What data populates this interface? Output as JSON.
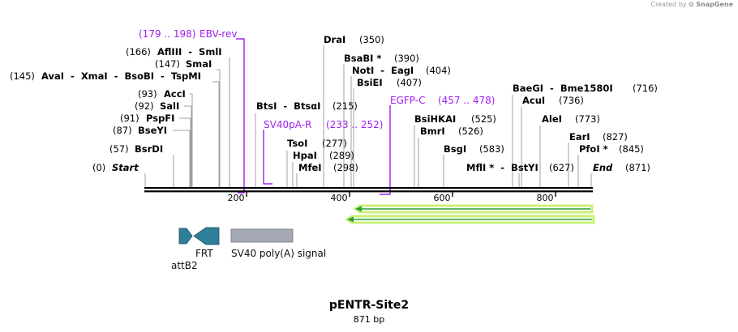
{
  "credit": {
    "prefix": "Created by",
    "brand": "SnapGene"
  },
  "title": "pENTR-Site2",
  "subtitle": "871 bp",
  "colors": {
    "backbone": "#000000",
    "primer": "#a020f0",
    "feature_blue": "#2e7f99",
    "feature_gray": "#a4a9b4",
    "orf_green": "#2ea02e",
    "orf_glow": "#c8f078"
  },
  "ruler_ticks": [
    "200",
    "400",
    "600",
    "800"
  ],
  "sites": [
    {
      "pos": "(0)",
      "name": "Start",
      "style": "italic"
    },
    {
      "pos": "(57)",
      "name": "BsrDI"
    },
    {
      "pos": "(87)",
      "name": "BseYI"
    },
    {
      "pos": "(91)",
      "name": "PspFI"
    },
    {
      "pos": "(92)",
      "name": "SalI"
    },
    {
      "pos": "(93)",
      "name": "AccI"
    },
    {
      "pos": "(145)",
      "name": "AvaI  -  XmaI  -  BsoBI  -  TspMI"
    },
    {
      "pos": "(147)",
      "name": "SmaI"
    },
    {
      "pos": "(166)",
      "name": "AflIII  -  SmlI"
    },
    {
      "name": "BtsI  -  BtsαI",
      "pos": "(215)"
    },
    {
      "name": "TsoI",
      "pos": "(277)"
    },
    {
      "name": "HpaI",
      "pos": "(289)"
    },
    {
      "name": "MfeI",
      "pos": "(298)"
    },
    {
      "name": "DraI",
      "pos": "(350)"
    },
    {
      "name": "BsaBI *",
      "pos": "(390)"
    },
    {
      "name": "NotI  -  EagI",
      "pos": "(404)"
    },
    {
      "name": "BsiEI",
      "pos": "(407)"
    },
    {
      "name": "BsiHKAI",
      "pos": "(525)"
    },
    {
      "name": "BmrI",
      "pos": "(526)"
    },
    {
      "name": "BsgI",
      "pos": "(583)"
    },
    {
      "name": "MflI *  -  BstYI",
      "pos": "(627)"
    },
    {
      "name": "BaeGI  -  Bme1580I",
      "pos": "(716)"
    },
    {
      "name": "AcuI",
      "pos": "(736)"
    },
    {
      "name": "AleI",
      "pos": "(773)"
    },
    {
      "name": "EarI",
      "pos": "(827)"
    },
    {
      "name": "PfoI *",
      "pos": "(845)"
    },
    {
      "name": "End",
      "pos": "(871)",
      "style": "italic"
    }
  ],
  "primers": [
    {
      "range": "(179 .. 198)",
      "name": "EBV-rev"
    },
    {
      "name": "SV40pA-R",
      "range": "(233 .. 252)"
    },
    {
      "name": "EGFP-C",
      "range": "(457 .. 478)"
    }
  ],
  "features": [
    {
      "name": "attB2",
      "kind": "arrow-right",
      "color": "#2e7f99"
    },
    {
      "name": "FRT",
      "kind": "arrow-left",
      "color": "#2e7f99"
    },
    {
      "name": "SV40 poly(A) signal",
      "kind": "box",
      "color": "#a4a9b4"
    }
  ],
  "orfs": [
    {
      "direction": "reverse"
    },
    {
      "direction": "reverse"
    }
  ]
}
